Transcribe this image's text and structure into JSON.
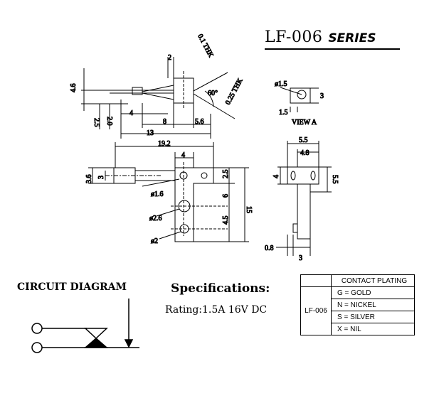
{
  "title": {
    "model": "LF-006",
    "series": "SERIES"
  },
  "dimensions": {
    "thk_top": "0.1 THK",
    "thk_lever": "0.25 THK",
    "dim_2": "2",
    "dim_4_6": "4.6",
    "dim_60deg": "60°",
    "dim_4_top": "4",
    "dim_2_5_side": "2.5",
    "dim_2_0": "2.0",
    "dim_8": "8",
    "dim_5_6": "5.6",
    "dim_13": "13",
    "dim_19_2": "19.2",
    "dim_4_mid": "4",
    "dim_3_6": "3.6",
    "dim_3": "3",
    "dim_2_5_right": "2.5",
    "dim_6": "6",
    "dim_15": "15",
    "dim_4_5": "4.5",
    "dia_1_6": "ø1.6",
    "dia_2_6": "ø2.6",
    "dia_2": "ø2",
    "dia_1_5": "ø1.5",
    "dim_1_5": "1.5",
    "dim_3_view": "3",
    "view_a": "VIEW A",
    "dim_5_5_top": "5.5",
    "dim_4_8": "4.8",
    "dim_4_side": "4",
    "dim_5_5_side": "5.5",
    "dim_0_8": "0.8",
    "dim_3_bottom": "3"
  },
  "circuit": {
    "heading": "CIRCUIT DIAGRAM"
  },
  "specs": {
    "heading": "Specifications:",
    "rating": "Rating:1.5A 16V DC"
  },
  "plating": {
    "header": "CONTACT PLATING",
    "model": "LF-006",
    "options": [
      "G = GOLD",
      "N = NICKEL",
      "S = SILVER",
      "X = NIL"
    ]
  }
}
